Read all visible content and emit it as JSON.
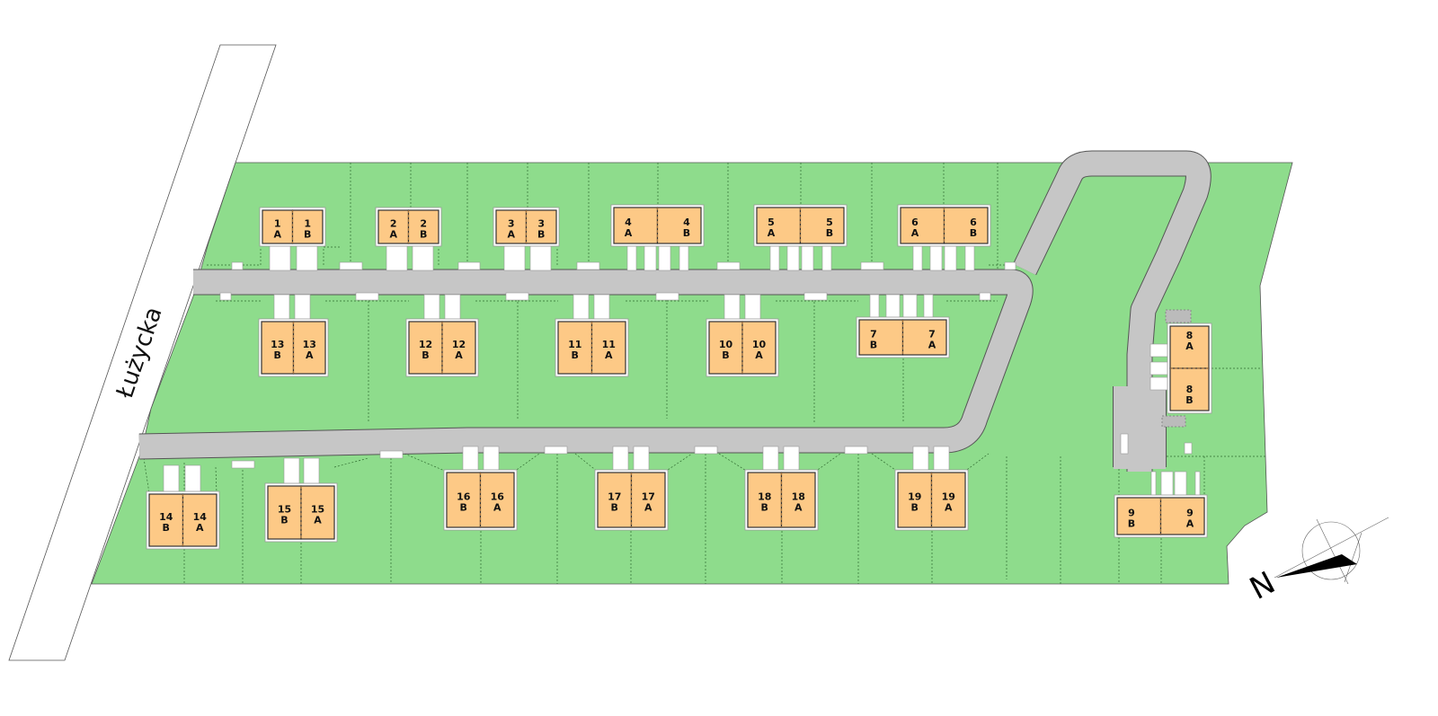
{
  "street": {
    "name": "Łużycka"
  },
  "compass": {
    "label": "N"
  },
  "colors": {
    "plot": "#8edc8c",
    "house": "#fdc986",
    "road": "#c6c6c6"
  },
  "houses": [
    {
      "number": "1",
      "left": "A",
      "right": "B"
    },
    {
      "number": "2",
      "left": "A",
      "right": "B"
    },
    {
      "number": "3",
      "left": "A",
      "right": "B"
    },
    {
      "number": "4",
      "left": "A",
      "right": "B"
    },
    {
      "number": "5",
      "left": "A",
      "right": "B"
    },
    {
      "number": "6",
      "left": "A",
      "right": "B"
    },
    {
      "number": "7",
      "left": "B",
      "right": "A"
    },
    {
      "number": "8",
      "left": "A",
      "right": "B"
    },
    {
      "number": "9",
      "left": "B",
      "right": "A"
    },
    {
      "number": "10",
      "left": "B",
      "right": "A"
    },
    {
      "number": "11",
      "left": "B",
      "right": "A"
    },
    {
      "number": "12",
      "left": "B",
      "right": "A"
    },
    {
      "number": "13",
      "left": "B",
      "right": "A"
    },
    {
      "number": "14",
      "left": "B",
      "right": "A"
    },
    {
      "number": "15",
      "left": "B",
      "right": "A"
    },
    {
      "number": "16",
      "left": "B",
      "right": "A"
    },
    {
      "number": "17",
      "left": "B",
      "right": "A"
    },
    {
      "number": "18",
      "left": "B",
      "right": "A"
    },
    {
      "number": "19",
      "left": "B",
      "right": "A"
    }
  ]
}
